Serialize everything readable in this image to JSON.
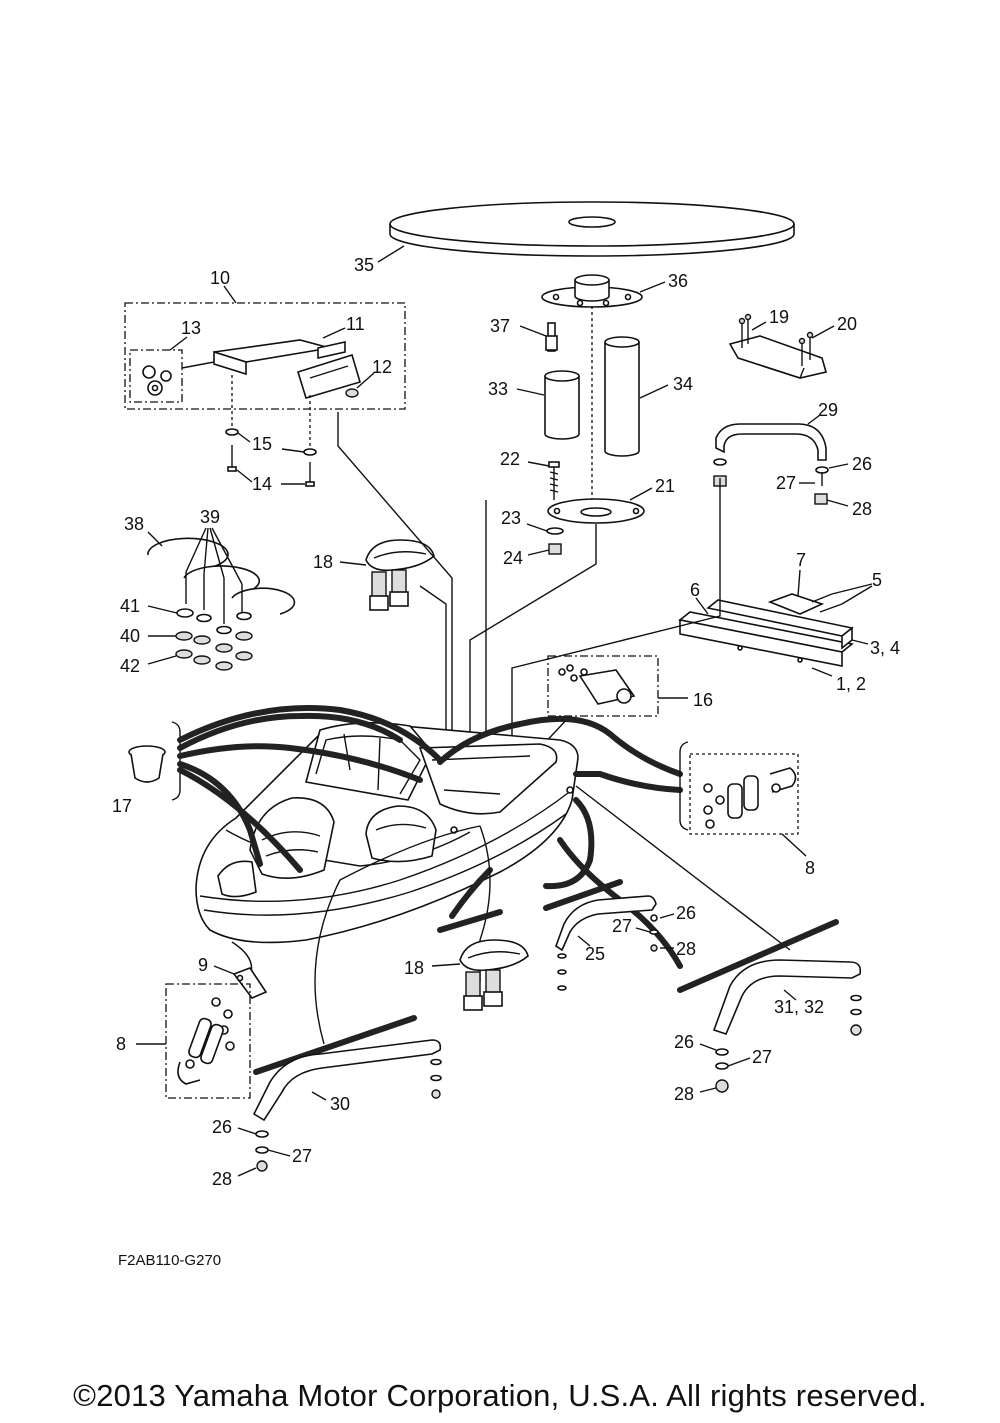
{
  "drawing_code": "F2AB110-G270",
  "copyright": "©2013 Yamaha Motor Corporation, U.S.A. All rights reserved.",
  "callouts": {
    "c35": "35",
    "c36": "36",
    "c37": "37",
    "c33": "33",
    "c34": "34",
    "c22": "22",
    "c21": "21",
    "c23": "23",
    "c24": "24",
    "c10": "10",
    "c13": "13",
    "c11": "11",
    "c12": "12",
    "c15": "15",
    "c14": "14",
    "c19": "19",
    "c20": "20",
    "c29": "29",
    "c26a": "26",
    "c27a": "27",
    "c28a": "28",
    "c38": "38",
    "c39": "39",
    "c41": "41",
    "c40": "40",
    "c42": "42",
    "c18a": "18",
    "c7": "7",
    "c6": "6",
    "c5": "5",
    "c3_4": "3, 4",
    "c1_2": "1, 2",
    "c16": "16",
    "c17": "17",
    "c8a": "8",
    "c9": "9",
    "c8b": "8",
    "c18b": "18",
    "c25": "25",
    "c27b": "27",
    "c26b": "26",
    "c28b": "28",
    "c31_32": "31, 32",
    "c26c": "26",
    "c27c": "27",
    "c28c": "28",
    "c30": "30",
    "c26d": "26",
    "c27d": "27",
    "c28d": "28"
  }
}
